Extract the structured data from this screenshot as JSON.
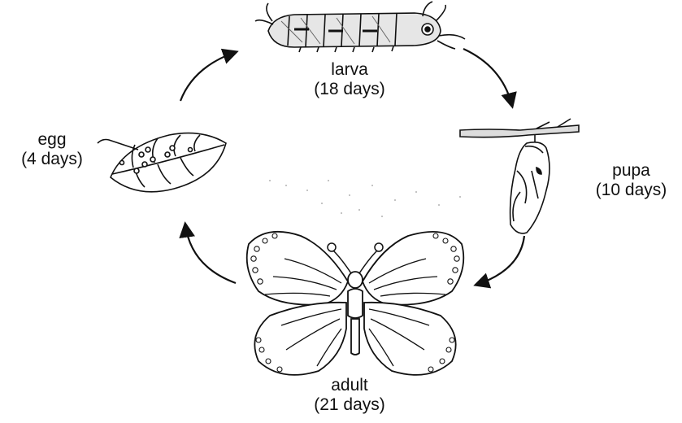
{
  "stages": {
    "larva": {
      "name": "larva",
      "duration": "(18 days)"
    },
    "egg": {
      "name": "egg",
      "duration": "(4 days)"
    },
    "pupa": {
      "name": "pupa",
      "duration": "(10 days)"
    },
    "adult": {
      "name": "adult",
      "duration": "(21 days)"
    }
  },
  "colors": {
    "ink": "#111111",
    "paper": "#ffffff"
  }
}
